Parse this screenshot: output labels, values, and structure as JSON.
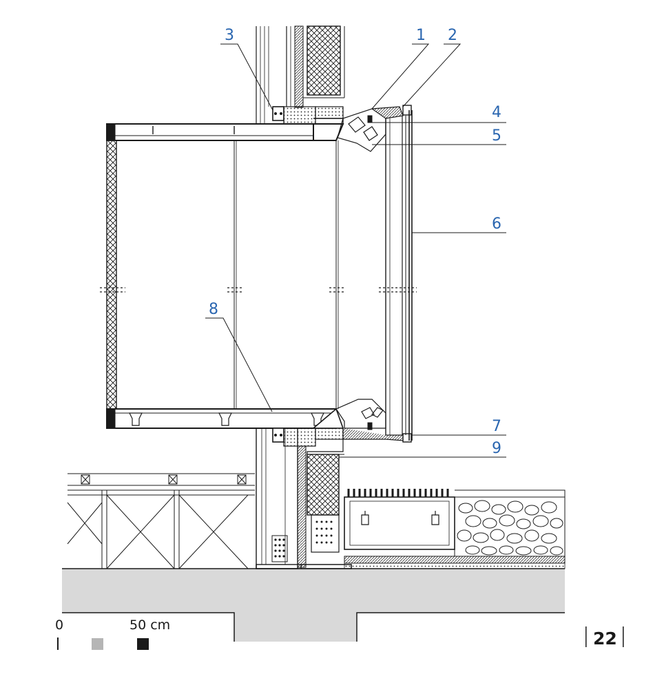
{
  "callouts": [
    {
      "id": "1",
      "label": "1"
    },
    {
      "id": "2",
      "label": "2"
    },
    {
      "id": "3",
      "label": "3"
    },
    {
      "id": "4",
      "label": "4"
    },
    {
      "id": "5",
      "label": "5"
    },
    {
      "id": "6",
      "label": "6"
    },
    {
      "id": "7",
      "label": "7"
    },
    {
      "id": "8",
      "label": "8"
    },
    {
      "id": "9",
      "label": "9"
    }
  ],
  "scale_bar": {
    "zero_label": "0",
    "end_label": "50 cm"
  },
  "page_number": "22",
  "colors": {
    "callout": "#2a66b0",
    "line": "#1a1a1a",
    "concrete": "#d9d9d9",
    "scale_grey": "#b5b5b5",
    "scale_black": "#1a1a1a"
  }
}
